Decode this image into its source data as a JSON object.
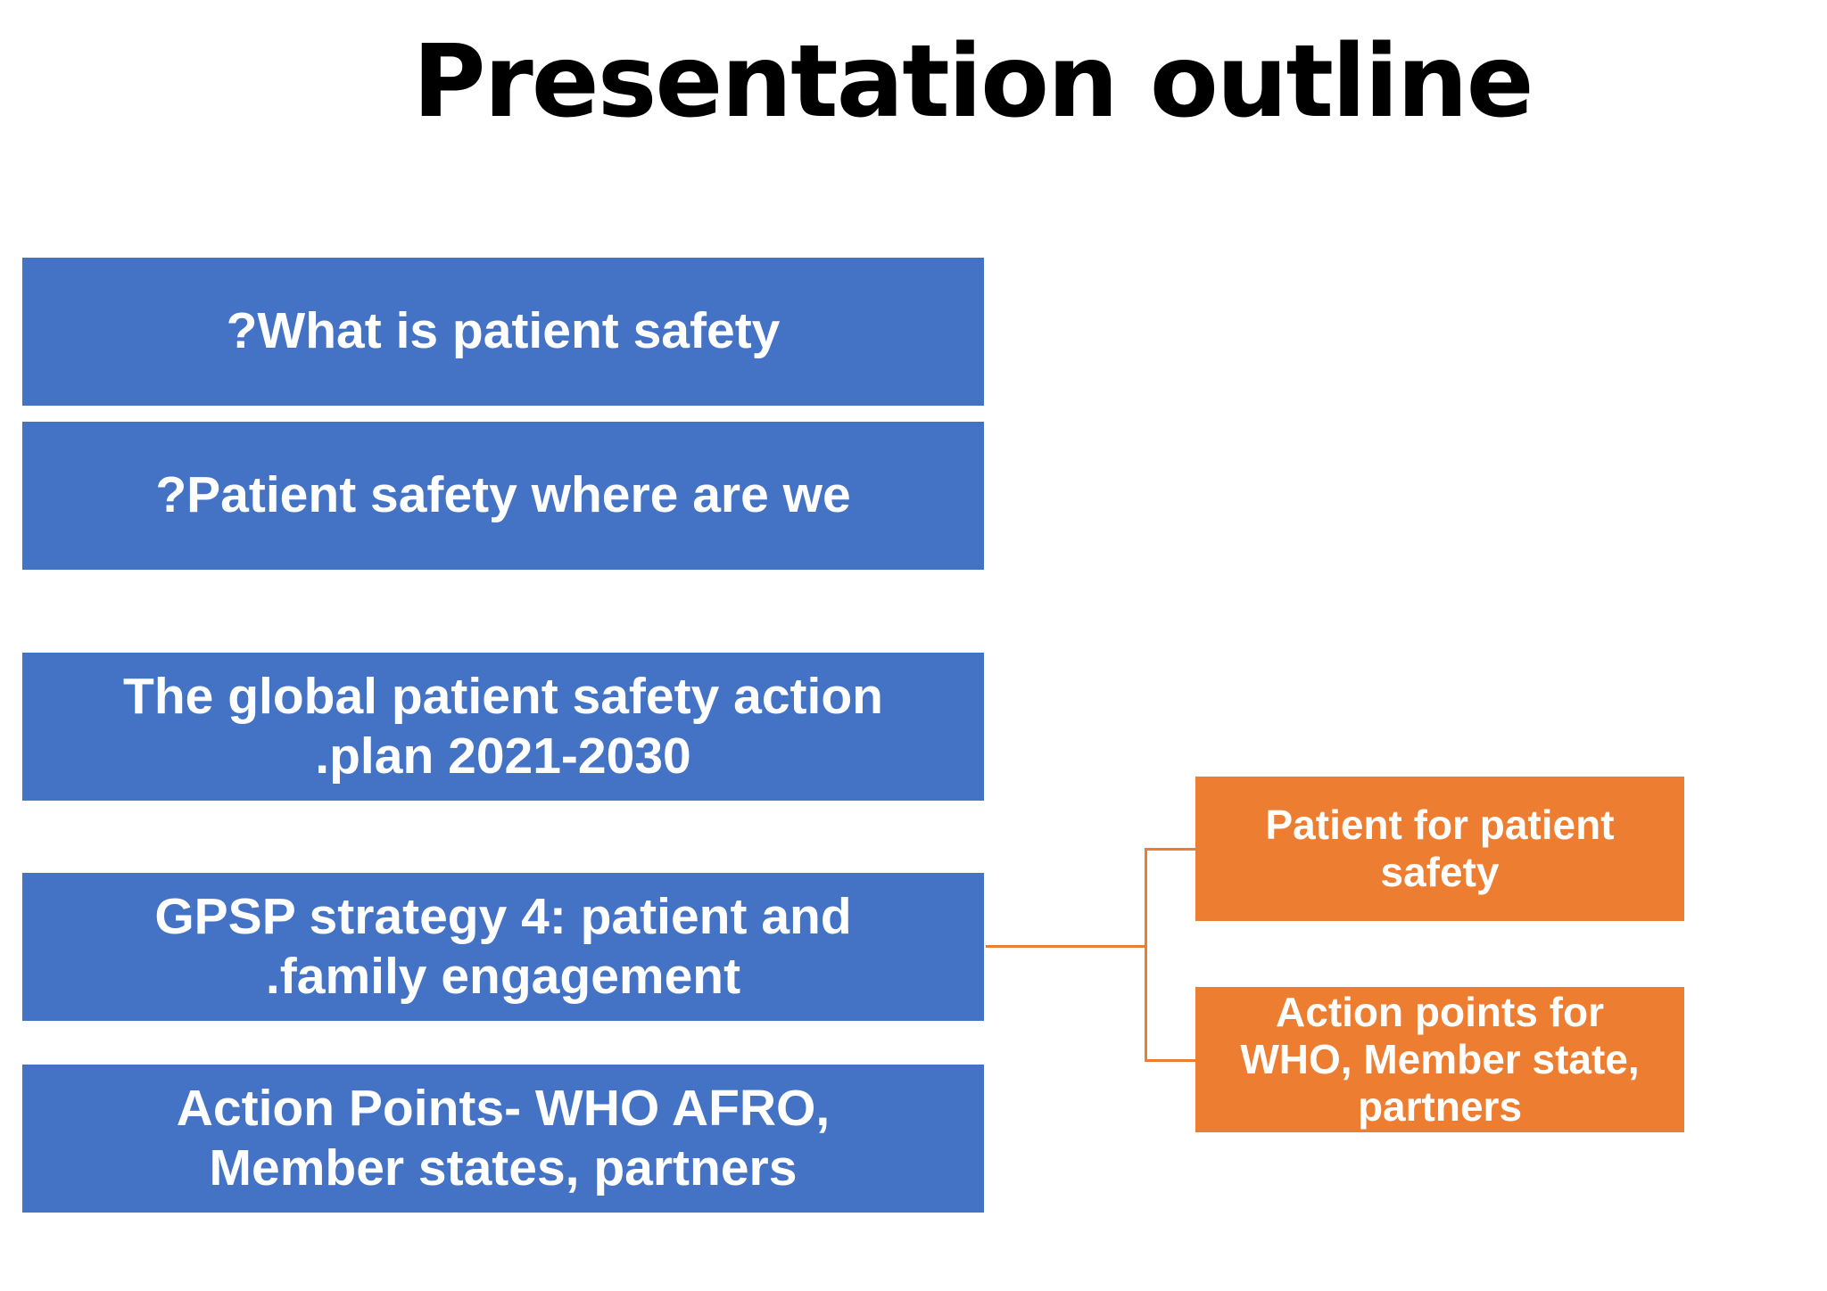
{
  "slide": {
    "title": "Presentation outline",
    "colors": {
      "background": "#FFFFFF",
      "blue_box_fill": "#4472C4",
      "orange_box_fill": "#ED7D31",
      "connector_orange": "#ED7D31",
      "box_text": "#FFFFFF",
      "title_text": "#000000"
    },
    "outline_boxes": [
      {
        "label": "?What is patient safety"
      },
      {
        "label": "?Patient safety where are we"
      },
      {
        "label": "The global patient safety action\n.plan 2021-2030"
      },
      {
        "label": "GPSP strategy 4: patient and\n.family engagement"
      },
      {
        "label": "Action Points- WHO AFRO,\nMember states, partners"
      }
    ],
    "branch_boxes": [
      {
        "label": "Patient for patient\nsafety"
      },
      {
        "label": "Action points for\nWHO, Member state,\npartners"
      }
    ],
    "connector": {
      "from": "GPSP strategy 4: patient and .family engagement",
      "to": [
        "Patient for patient safety",
        "Action points for WHO, Member state, partners"
      ]
    }
  }
}
